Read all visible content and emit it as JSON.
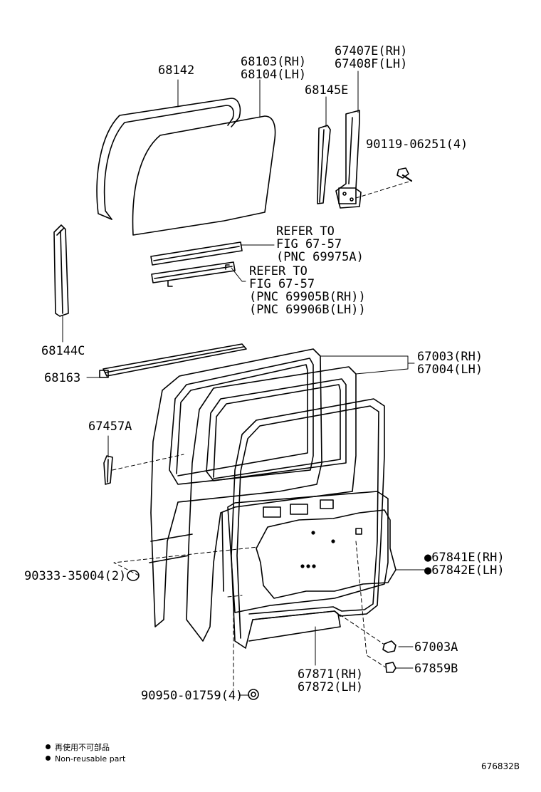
{
  "labels": {
    "p68142": "68142",
    "p68103": "68103(RH)",
    "p68104": "68104(LH)",
    "p67407e": "67407E(RH)",
    "p67408f": "67408F(LH)",
    "p68145e": "68145E",
    "p90119": "90119-06251(4)",
    "refer1_a": "REFER TO",
    "refer1_b": "FIG 67-57",
    "refer1_c": "(PNC 69975A)",
    "refer2_a": "REFER TO",
    "refer2_b": "FIG 67-57",
    "refer2_c": "(PNC 69905B(RH))",
    "refer2_d": "(PNC 69906B(LH))",
    "p68144c": "68144C",
    "p68163": "68163",
    "p67003": "67003(RH)",
    "p67004": "67004(LH)",
    "p67457a": "67457A",
    "p67841e": "●67841E(RH)",
    "p67842e": "●67842E(LH)",
    "p90333": "90333-35004(2)",
    "p67003a": "67003A",
    "p67859b": "67859B",
    "p67871": "67871(RH)",
    "p67872": "67872(LH)",
    "p90950": "90950-01759(4)"
  },
  "legend": {
    "jp": "再使用不可部品",
    "en": "Non-reusable part"
  },
  "figure_number": "676832B"
}
